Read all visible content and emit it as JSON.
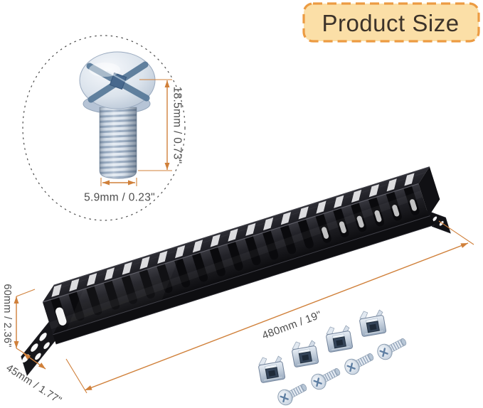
{
  "banner": {
    "label": "Product Size",
    "bg": "#FBDFA7",
    "border_color": "#EC9B42",
    "text_color": "#3C332A"
  },
  "inset": {
    "height_label": "18.5mm / 0.73\"",
    "diameter_label": "5.9mm / 0.23\""
  },
  "panel": {
    "height_label": "60mm / 2.36\"",
    "depth_label": "45mm / 1.77\"",
    "length_label": "480mm / 19\"",
    "slot_count": 21,
    "body_color": "#1B1B1F"
  },
  "hardware": {
    "cage_nut_count": 4,
    "screw_count": 4,
    "metal_color": "#C9D5E2"
  },
  "annotation": {
    "line_color": "#D0803A",
    "text_color": "#4D4D4D"
  }
}
